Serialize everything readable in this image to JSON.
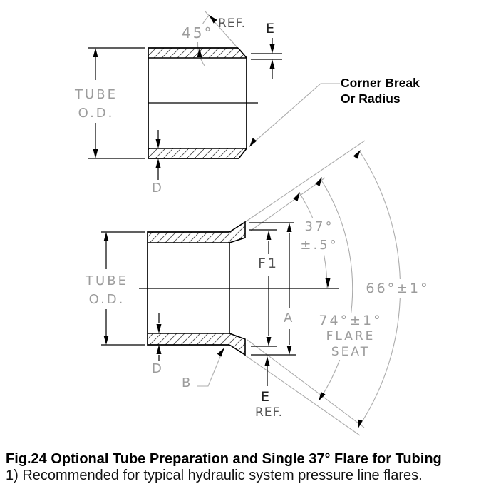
{
  "drawing_colors": {
    "object_line": "#000000",
    "dimension_text_gray": "#9c9c9c",
    "leader_line_gray": "#acacac"
  },
  "top_view": {
    "tube_od_line1": "TUBE",
    "tube_od_line2": "O.D.",
    "chamfer_angle": "45°",
    "chamfer_ref": "REF.",
    "dim_e": "E",
    "dim_d": "D",
    "corner_break_line1": "Corner Break",
    "corner_break_line2": "Or Radius"
  },
  "flare_view": {
    "tube_od_line1": "TUBE",
    "tube_od_line2": "O.D.",
    "dim_d": "D",
    "dim_b": "B",
    "dim_f1": "F1",
    "dim_a": "A",
    "flare_angle_line1": "37°",
    "flare_angle_line2": "±.5°",
    "cone_angle": "66°±1°",
    "seat_angle_line1": "74°±1°",
    "seat_angle_line2": "FLARE",
    "seat_angle_line3": "SEAT",
    "dim_e": "E",
    "dim_e_ref": "REF."
  },
  "caption": {
    "title": "Fig.24 Optional Tube Preparation and Single 37° Flare for Tubing",
    "note": "1) Recommended for typical hydraulic system pressure line flares."
  }
}
